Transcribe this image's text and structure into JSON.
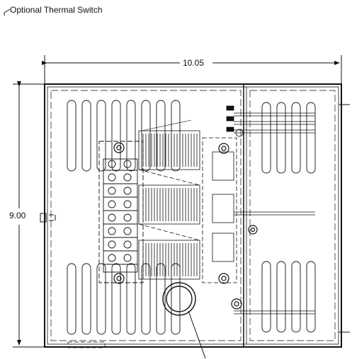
{
  "callout": {
    "text": "Optional Thermal Switch"
  },
  "dimensions": {
    "width": "10.05",
    "height": "9.00"
  }
}
